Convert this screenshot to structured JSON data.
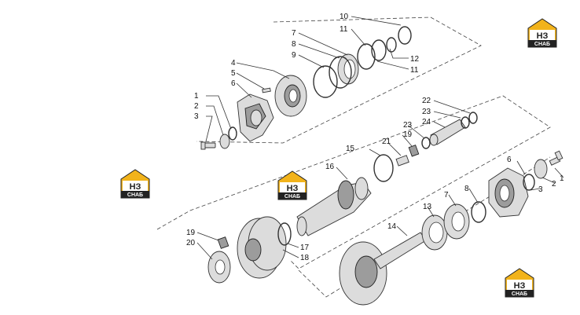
{
  "diagram": {
    "callouts": [
      {
        "id": "c10a",
        "text": "10"
      },
      {
        "id": "c11a",
        "text": "11"
      },
      {
        "id": "c7a",
        "text": "7"
      },
      {
        "id": "c8a",
        "text": "8"
      },
      {
        "id": "c9",
        "text": "9"
      },
      {
        "id": "c12",
        "text": "12"
      },
      {
        "id": "c11b",
        "text": "11"
      },
      {
        "id": "c4a",
        "text": "4"
      },
      {
        "id": "c5a",
        "text": "5"
      },
      {
        "id": "c6a",
        "text": "6"
      },
      {
        "id": "c1a",
        "text": "1"
      },
      {
        "id": "c2a",
        "text": "2"
      },
      {
        "id": "c3a",
        "text": "3"
      },
      {
        "id": "c22",
        "text": "22"
      },
      {
        "id": "c23a",
        "text": "23"
      },
      {
        "id": "c24",
        "text": "24"
      },
      {
        "id": "c23b",
        "text": "23"
      },
      {
        "id": "c21",
        "text": "21"
      },
      {
        "id": "c19a",
        "text": "19"
      },
      {
        "id": "c15",
        "text": "15"
      },
      {
        "id": "c16",
        "text": "16"
      },
      {
        "id": "c6b",
        "text": "6"
      },
      {
        "id": "c1b",
        "text": "1"
      },
      {
        "id": "c2b",
        "text": "2"
      },
      {
        "id": "c3b",
        "text": "3"
      },
      {
        "id": "c7b",
        "text": "7"
      },
      {
        "id": "c8b",
        "text": "8"
      },
      {
        "id": "c13",
        "text": "13"
      },
      {
        "id": "c14",
        "text": "14"
      },
      {
        "id": "c19b",
        "text": "19"
      },
      {
        "id": "c20",
        "text": "20"
      },
      {
        "id": "c17",
        "text": "17"
      },
      {
        "id": "c18",
        "text": "18"
      }
    ],
    "logo": {
      "top": "НЗ",
      "bottom": "СНАБ",
      "accent": "#f2b31b",
      "dark": "#222222"
    }
  }
}
